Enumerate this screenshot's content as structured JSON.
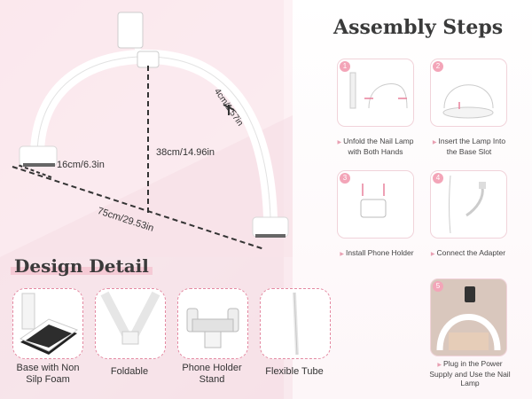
{
  "assembly": {
    "title": "Assembly Steps",
    "steps": [
      {
        "num": "1",
        "label": "Unfold the Nail Lamp with Both Hands"
      },
      {
        "num": "2",
        "label": "Insert the Lamp Into the Base Slot"
      },
      {
        "num": "3",
        "label": "Install Phone Holder"
      },
      {
        "num": "4",
        "label": "Connect the Adapter"
      },
      {
        "num": "5",
        "label": "Plug in the Power Supply and Use the Nail Lamp"
      }
    ]
  },
  "dimensions": {
    "height": "38cm/14.96in",
    "thickness": "4cm/1.57in",
    "depth": "16cm/6.3in",
    "width": "75cm/29.53in"
  },
  "design": {
    "title": "Design Detail",
    "items": [
      {
        "label": "Base with Non Silp Foam"
      },
      {
        "label": "Foldable"
      },
      {
        "label": "Phone Holder Stand"
      },
      {
        "label": "Flexible Tube"
      }
    ]
  },
  "colors": {
    "accent": "#f4b9c7",
    "badge": "#f3a5b8",
    "dashed": "#e48aa2"
  }
}
